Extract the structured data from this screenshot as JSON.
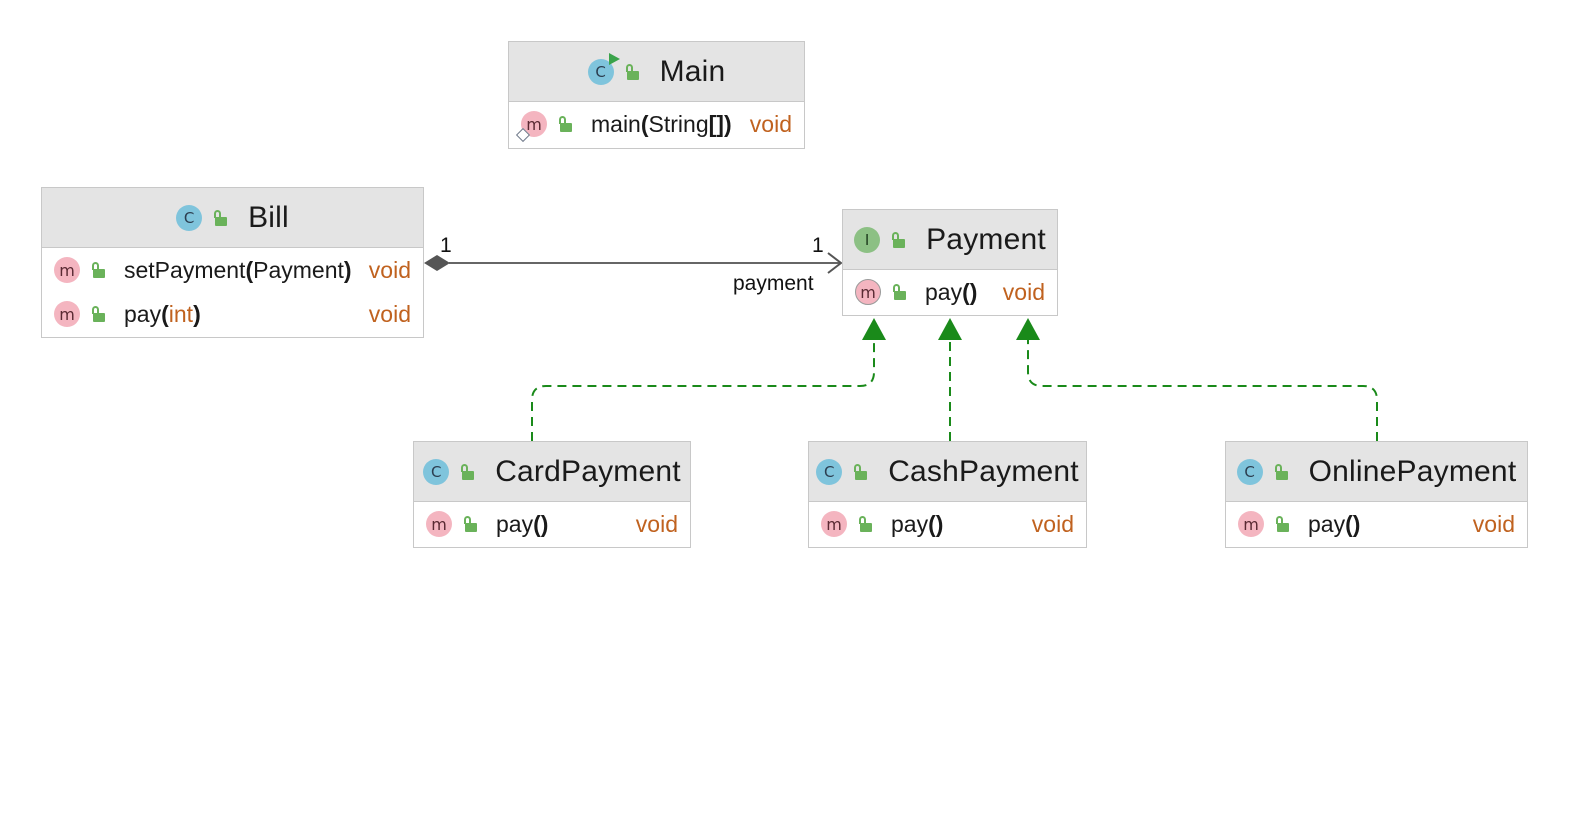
{
  "classes": {
    "main": {
      "name": "Main",
      "kind_icon": "class-run-icon",
      "kind_letter": "C",
      "methods": [
        {
          "name": "main",
          "open": "(",
          "params": "String",
          "brackets": "[]",
          "close": ")",
          "return_type": "void"
        }
      ]
    },
    "bill": {
      "name": "Bill",
      "kind_icon": "class-icon",
      "kind_letter": "C",
      "methods": [
        {
          "name": "setPayment",
          "open": "(",
          "params": "Payment",
          "close": ")",
          "return_type": "void"
        },
        {
          "name": "pay",
          "open": "(",
          "params": "int",
          "close": ")",
          "return_type": "void"
        }
      ]
    },
    "payment": {
      "name": "Payment",
      "kind_icon": "interface-icon",
      "kind_letter": "I",
      "methods": [
        {
          "name": "pay",
          "parens": "()",
          "return_type": "void"
        }
      ]
    },
    "card_payment": {
      "name": "CardPayment",
      "kind_icon": "class-icon",
      "kind_letter": "C",
      "methods": [
        {
          "name": "pay",
          "parens": "()",
          "return_type": "void"
        }
      ]
    },
    "cash_payment": {
      "name": "CashPayment",
      "kind_icon": "class-icon",
      "kind_letter": "C",
      "methods": [
        {
          "name": "pay",
          "parens": "()",
          "return_type": "void"
        }
      ]
    },
    "online_payment": {
      "name": "OnlinePayment",
      "kind_icon": "class-icon",
      "kind_letter": "C",
      "methods": [
        {
          "name": "pay",
          "parens": "()",
          "return_type": "void"
        }
      ]
    }
  },
  "method_badge_letter": "m",
  "relations": {
    "composition": {
      "from": "Bill",
      "to": "Payment",
      "source_multiplicity": "1",
      "target_multiplicity": "1",
      "role": "payment"
    },
    "realizations": [
      {
        "from": "CardPayment",
        "to": "Payment"
      },
      {
        "from": "CashPayment",
        "to": "Payment"
      },
      {
        "from": "OnlinePayment",
        "to": "Payment"
      }
    ]
  },
  "colors": {
    "header_bg": "#e4e4e4",
    "border": "#c8c8c8",
    "class_badge": "#7fc4dc",
    "interface_badge": "#8cc084",
    "method_badge": "#f4b5c0",
    "access_icon": "#6ab25a",
    "type_text": "#c0621f",
    "realization_line": "#1a8a1a",
    "association_line": "#666666"
  }
}
